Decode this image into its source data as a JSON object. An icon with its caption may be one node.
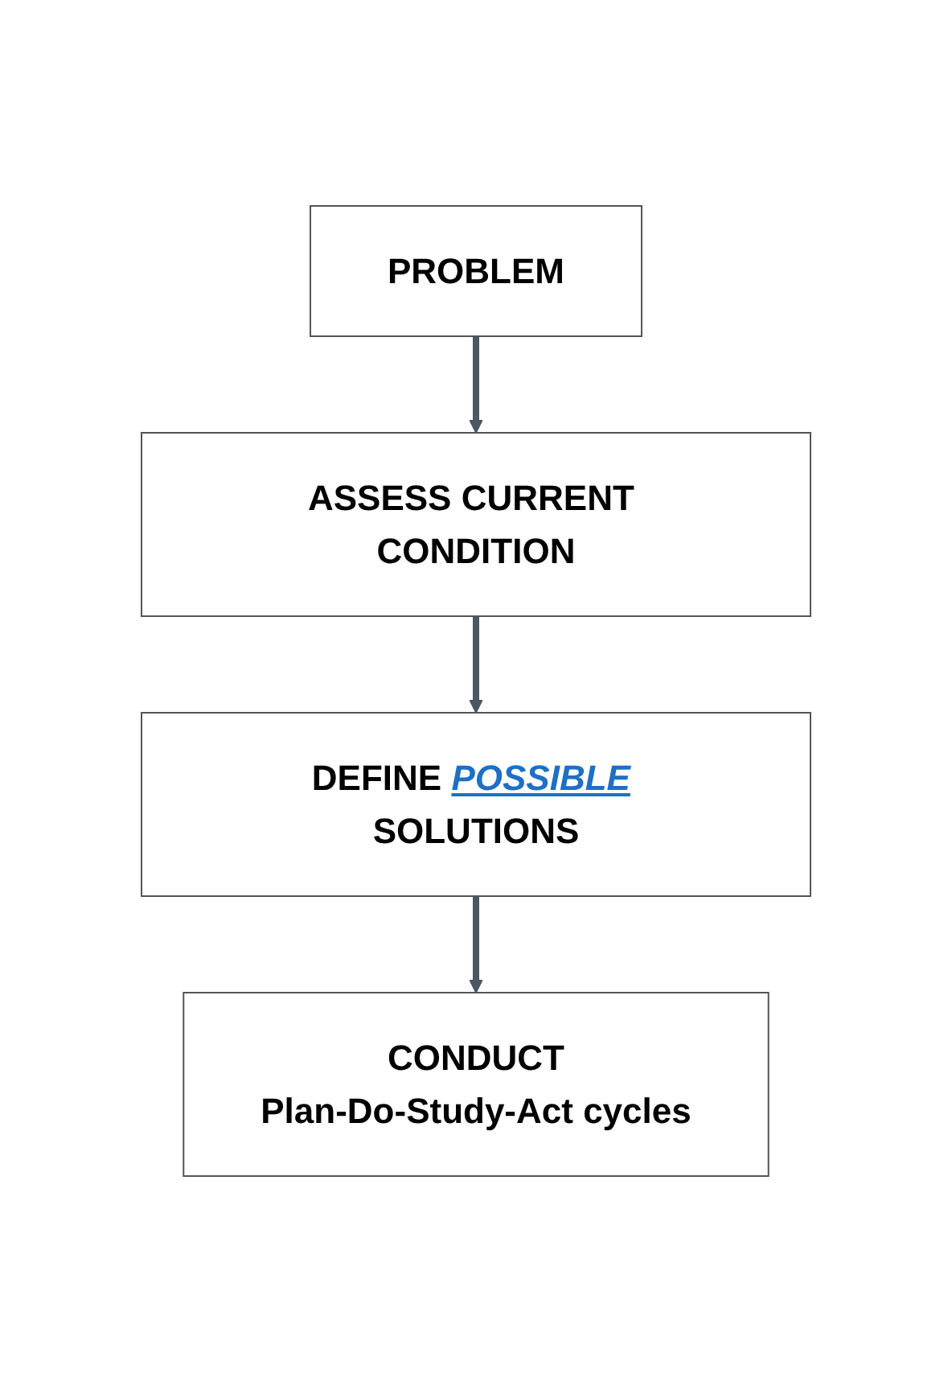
{
  "diagram": {
    "nodes": [
      {
        "text": [
          "PROBLEM"
        ]
      },
      {
        "text": [
          "ASSESS CURRENT CONDITION"
        ]
      },
      {
        "text": [
          "DEFINE *POSSIBLE* SOLUTIONS"
        ]
      },
      {
        "text": [
          "CONDUCT",
          "Plan-Do-Study-Act cycles"
        ]
      }
    ],
    "edges": [
      {
        "from": 0,
        "to": 1,
        "arrow": "to"
      },
      {
        "from": 1,
        "to": 2,
        "arrow": "to"
      },
      {
        "from": 2,
        "to": 3,
        "arrow": "to"
      }
    ]
  }
}
